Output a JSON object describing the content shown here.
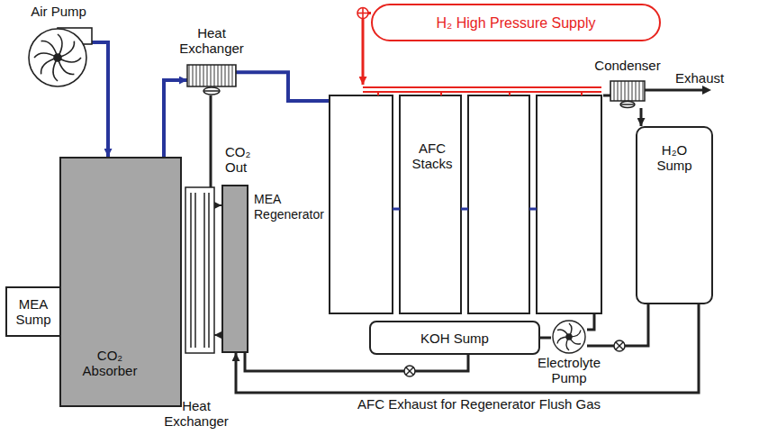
{
  "diagram": {
    "nodes": [
      {
        "text": [
          "H₂ High Pressure Supply"
        ]
      },
      {
        "text": [
          "Air Pump"
        ]
      },
      {
        "text": [
          "Heat Exchanger"
        ]
      },
      {
        "text": [
          "AFC Stacks"
        ]
      },
      {
        "text": [
          "Condenser"
        ]
      },
      {
        "text": [
          "CO₂ Absorber"
        ]
      },
      {
        "text": [
          "MEA Sump"
        ]
      },
      {
        "text": [
          "MEA Regenerator"
        ]
      },
      {
        "text": [
          "H₂O Sump"
        ]
      },
      {
        "text": [
          "KOH Sump"
        ]
      },
      {
        "text": [
          "Electrolyte Pump"
        ]
      },
      {
        "text": [
          "Heat Exchanger"
        ]
      }
    ],
    "edges": [
      {
        "from": 1,
        "to": 5,
        "arrow": "to"
      },
      {
        "from": 5,
        "to": 2,
        "arrow": "to"
      },
      {
        "from": 2,
        "to": 3,
        "arrow": "none"
      },
      {
        "from": 0,
        "to": 3,
        "arrow": "to"
      },
      {
        "from": 3,
        "to": 4,
        "arrow": "none"
      },
      {
        "from": 4,
        "to": 8,
        "arrow": "to"
      },
      {
        "from": 8,
        "to": 10,
        "arrow": "none"
      },
      {
        "from": 10,
        "to": 3,
        "arrow": "none"
      },
      {
        "from": 9,
        "to": 10,
        "arrow": "none"
      },
      {
        "from": 11,
        "to": 7,
        "arrow": "to"
      },
      {
        "from": 7,
        "to": 11,
        "arrow": "to"
      },
      {
        "from": 8,
        "to": 7,
        "label": "AFC Exhaust for Regenerator Flush Gas",
        "arrow": "to"
      },
      {
        "from": 7,
        "to": 9,
        "arrow": "none"
      },
      {
        "from": 2,
        "to": 11,
        "arrow": "none"
      }
    ],
    "labels": [
      "CO₂ Out",
      "Exhaust"
    ]
  }
}
